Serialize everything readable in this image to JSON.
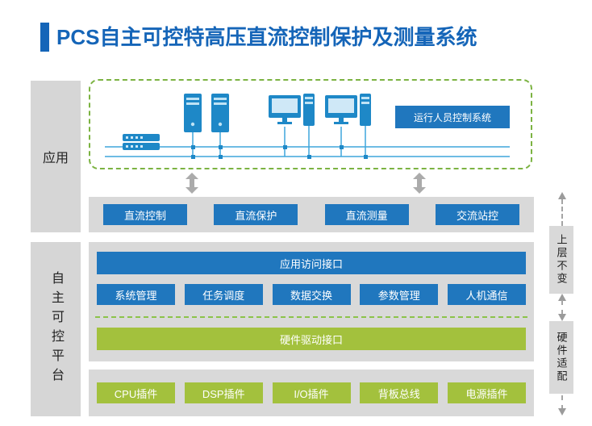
{
  "title": "PCS自主可控特高压直流控制保护及测量系统",
  "left_labels": {
    "application": "应用",
    "platform": "自主可控平台"
  },
  "network_area": {
    "operator_control_label": "运行人员控制系统"
  },
  "app_modules": [
    "直流控制",
    "直流保护",
    "直流测量",
    "交流站控"
  ],
  "platform": {
    "access_interface": "应用访问接口",
    "modules": [
      "系统管理",
      "任务调度",
      "数据交换",
      "参数管理",
      "人机通信"
    ],
    "driver_interface": "硬件驱动接口"
  },
  "hardware_modules": [
    "CPU插件",
    "DSP插件",
    "I/O插件",
    "背板总线",
    "电源插件"
  ],
  "right_labels": {
    "upper": "上层不变",
    "hardware": "硬件适配"
  },
  "icons": {
    "network_switch": "network-switch-icon",
    "server": "server-icon",
    "workstation": "workstation-icon",
    "network_bus": "network-bus",
    "double_arrow": "double-arrow-icon",
    "dashed_connector": "dashed-connector"
  },
  "colors": {
    "title_blue": "#1565b8",
    "button_blue": "#2077be",
    "button_green": "#a3c13d",
    "panel_gray": "#d9d9d9",
    "dashed_green": "#7cb342",
    "icon_blue": "#1e88c7",
    "arrow_gray": "#a5a5a5"
  }
}
